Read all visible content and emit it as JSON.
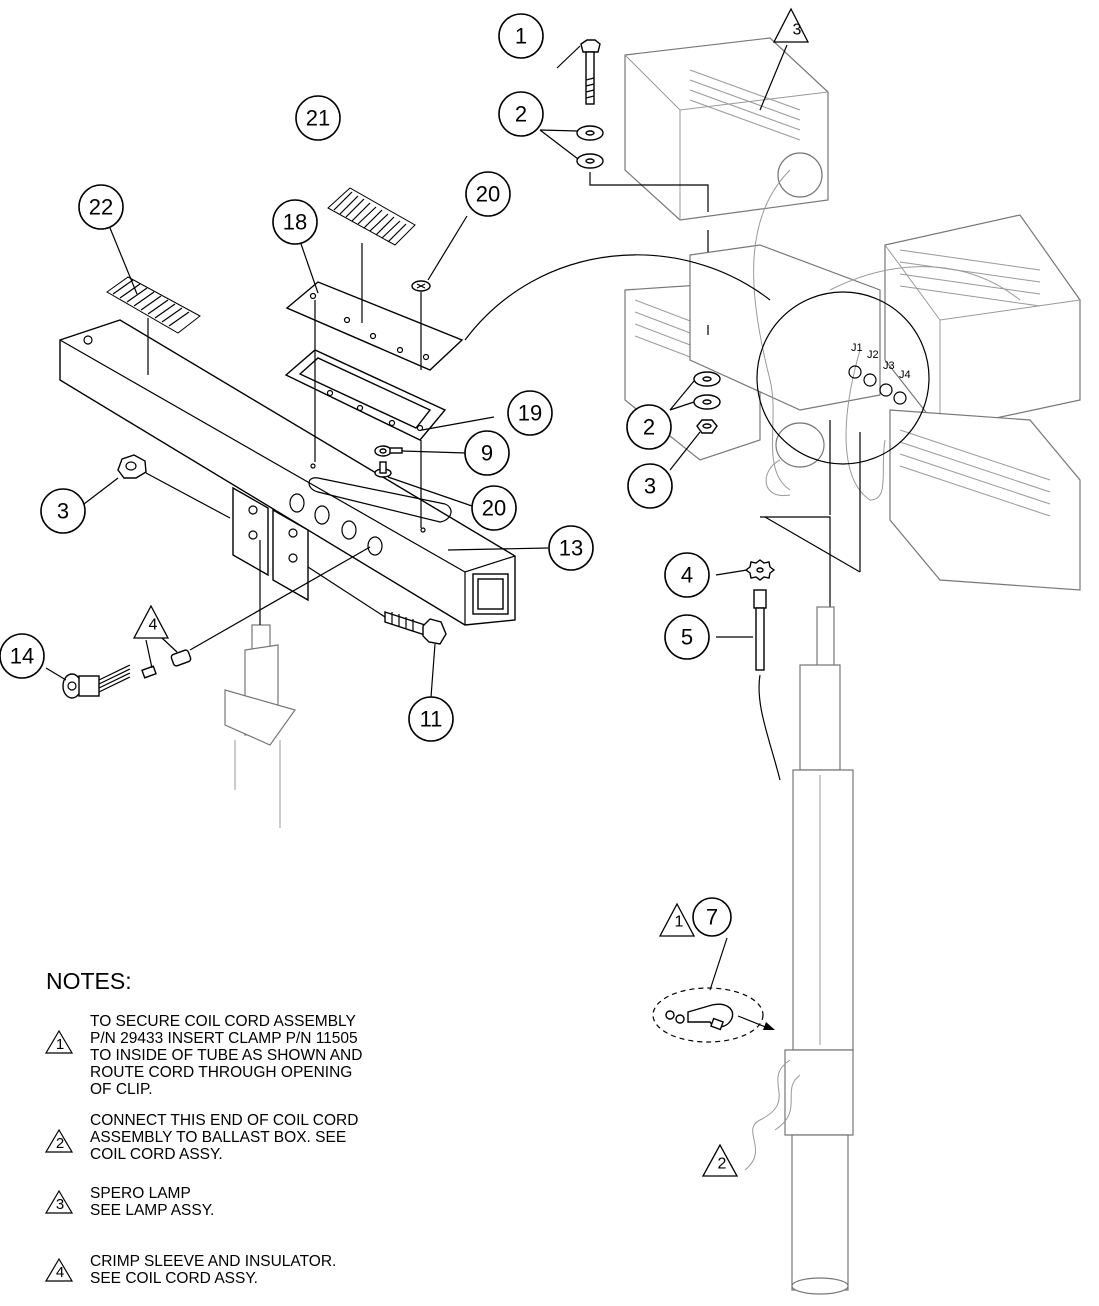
{
  "callouts": [
    {
      "id": "c1",
      "label": "1"
    },
    {
      "id": "c2a",
      "label": "2"
    },
    {
      "id": "c2b",
      "label": "2"
    },
    {
      "id": "c3a",
      "label": "3"
    },
    {
      "id": "c3b",
      "label": "3"
    },
    {
      "id": "c4",
      "label": "4"
    },
    {
      "id": "c5",
      "label": "5"
    },
    {
      "id": "c7",
      "label": "7"
    },
    {
      "id": "c9",
      "label": "9"
    },
    {
      "id": "c11",
      "label": "11"
    },
    {
      "id": "c13",
      "label": "13"
    },
    {
      "id": "c14",
      "label": "14"
    },
    {
      "id": "c18",
      "label": "18"
    },
    {
      "id": "c19",
      "label": "19"
    },
    {
      "id": "c20a",
      "label": "20"
    },
    {
      "id": "c20b",
      "label": "20"
    },
    {
      "id": "c21",
      "label": "21"
    },
    {
      "id": "c22",
      "label": "22"
    }
  ],
  "flags": [
    {
      "id": "f3",
      "label": "3"
    },
    {
      "id": "f4",
      "label": "4"
    },
    {
      "id": "f1",
      "label": "1"
    },
    {
      "id": "f2",
      "label": "2"
    }
  ],
  "jacks": [
    "J1",
    "J2",
    "J3",
    "J4"
  ],
  "notes": {
    "title": "NOTES:",
    "items": [
      {
        "flag": "1",
        "text": "TO SECURE COIL CORD ASSEMBLY\nP/N 29433 INSERT CLAMP P/N 11505\nTO INSIDE OF TUBE AS SHOWN AND\nROUTE CORD THROUGH OPENING\nOF CLIP."
      },
      {
        "flag": "2",
        "text": "CONNECT THIS END OF COIL CORD\nASSEMBLY TO BALLAST BOX. SEE\nCOIL CORD ASSY."
      },
      {
        "flag": "3",
        "text": "SPERO LAMP\nSEE LAMP ASSY."
      },
      {
        "flag": "4",
        "text": "CRIMP SLEEVE AND INSULATOR.\nSEE COIL CORD ASSY."
      }
    ]
  }
}
